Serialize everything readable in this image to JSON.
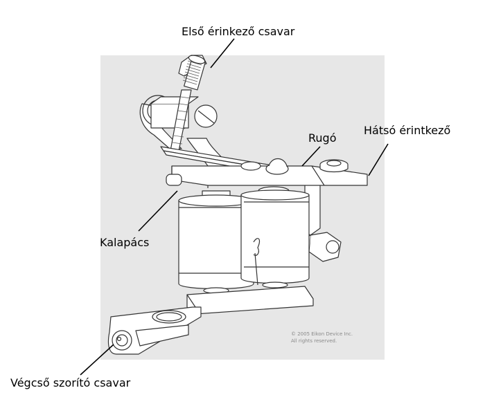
{
  "labels": {
    "front_contact_screw": "Első érinkező csavar",
    "spring": "Rugó",
    "rear_contact": "Hátsó érintkező",
    "armature_bar": "Kalapács",
    "tube_vise_screw": "Végcső szorító csavar"
  },
  "copyright": {
    "line1": "© 2005 Eikon Device Inc.",
    "line2": "All rights reserved."
  },
  "colors": {
    "panel_bg": "#e7e7e7",
    "line": "#333333",
    "part_fill": "#ffffff"
  }
}
